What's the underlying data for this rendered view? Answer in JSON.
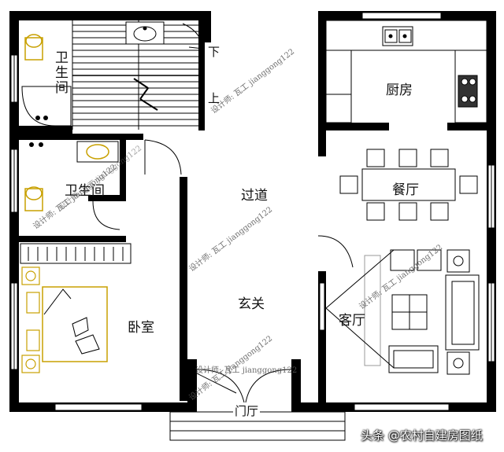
{
  "rooms": {
    "bath_top": "卫生间",
    "bath_mid": "卫生间",
    "kitchen": "厨房",
    "hallway": "过道",
    "dining": "餐厅",
    "foyer": "玄关",
    "living": "客厅",
    "bedroom": "卧室",
    "vestibule": "门厅"
  },
  "stairs": {
    "down": "下",
    "up": "上"
  },
  "watermarks": [
    "设计师: 瓦工 jianggong122",
    "设计师: 瓦工 jianggong122",
    "设计师: 瓦工 jianggong122",
    "设计师: 瓦工 jianggong122",
    "设计师: 瓦工 jianggong122",
    "设计师: 瓦工 jianggong122",
    "设计师: 瓦工 jianggong122"
  ],
  "credit": "头条 @农村自建房图纸",
  "colors": {
    "wall": "#000000",
    "furniture": "#c8a000",
    "fixture": "#555555"
  }
}
